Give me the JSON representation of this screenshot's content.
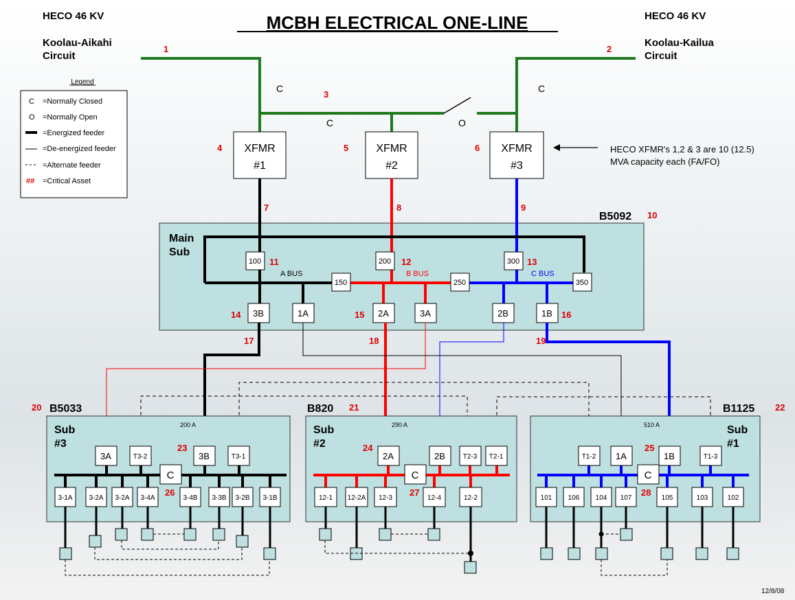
{
  "title": "MCBH ELECTRICAL ONE-LINE",
  "date": "12/8/08",
  "heco_left": {
    "kv": "HECO 46 KV",
    "line1": "Koolau-Aikahi",
    "line2": "Circuit"
  },
  "heco_right": {
    "kv": "HECO 46 KV",
    "line1": "Koolau-Kailua",
    "line2": "Circuit"
  },
  "xfmr_note": {
    "line1": "HECO XFMR's 1,2 & 3 are 10 (12.5)",
    "line2": "MVA capacity each (FA/FO)"
  },
  "legend": {
    "title": "Legend",
    "items": [
      {
        "sym": "C",
        "text": "=Normally Closed"
      },
      {
        "sym": "O",
        "text": "=Normally Open"
      },
      {
        "sym": "",
        "text": "=Energized feeder"
      },
      {
        "sym": "",
        "text": "=De-energized feeder"
      },
      {
        "sym": "",
        "text": "=Alternate feeder"
      },
      {
        "sym": "##",
        "text": "=Critical Asset"
      }
    ]
  },
  "xfmrs": [
    {
      "l1": "XFMR",
      "l2": "#1"
    },
    {
      "l1": "XFMR",
      "l2": "#2"
    },
    {
      "l1": "XFMR",
      "l2": "#3"
    }
  ],
  "switch_labels": {
    "c1": "C",
    "c2": "C",
    "c3": "C",
    "o": "O"
  },
  "critical_numbers": [
    "1",
    "2",
    "3",
    "4",
    "5",
    "6",
    "7",
    "8",
    "9",
    "10",
    "11",
    "12",
    "13",
    "14",
    "15",
    "16",
    "17",
    "18",
    "19",
    "20",
    "21",
    "22",
    "23",
    "24",
    "25",
    "26",
    "27",
    "28"
  ],
  "main_sub": {
    "bldg": "B5092",
    "l1": "Main",
    "l2": "Sub",
    "bus_a": "A BUS",
    "bus_b": "B BUS",
    "bus_c": "C BUS",
    "breakers": [
      "100",
      "200",
      "300",
      "150",
      "250",
      "350",
      "3B",
      "1A",
      "2A",
      "3A",
      "2B",
      "1B"
    ]
  },
  "sub3": {
    "bldg": "B5033",
    "l1": "Sub",
    "l2": "#3",
    "amps": "200 A",
    "top": [
      "3A",
      "T3-2",
      "3B",
      "T3-1"
    ],
    "tie": "C",
    "feeders": [
      "3-1A",
      "3-2A",
      "3-2A",
      "3-4A",
      "3-4B",
      "3-3B",
      "3-2B",
      "3-1B"
    ]
  },
  "sub2": {
    "bldg": "B820",
    "l1": "Sub",
    "l2": "#2",
    "amps": "290 A",
    "top": [
      "2A",
      "2B",
      "T2-3",
      "T2-1"
    ],
    "tie": "C",
    "feeders": [
      "12-1",
      "12-2A",
      "12-3",
      "12-4",
      "12-2"
    ]
  },
  "sub1": {
    "bldg": "B1125",
    "l1": "Sub",
    "l2": "#1",
    "amps": "510 A",
    "top": [
      "T1-2",
      "1A",
      "1B",
      "T1-3"
    ],
    "tie": "C",
    "feeders": [
      "101",
      "106",
      "104",
      "107",
      "105",
      "103",
      "102"
    ]
  },
  "colors": {
    "green": "#1f7a1f",
    "red": "#ff0000",
    "blue": "#0000ff",
    "black": "#000000",
    "crit": "#e00000",
    "sub_fill": "#bfe0e0"
  }
}
